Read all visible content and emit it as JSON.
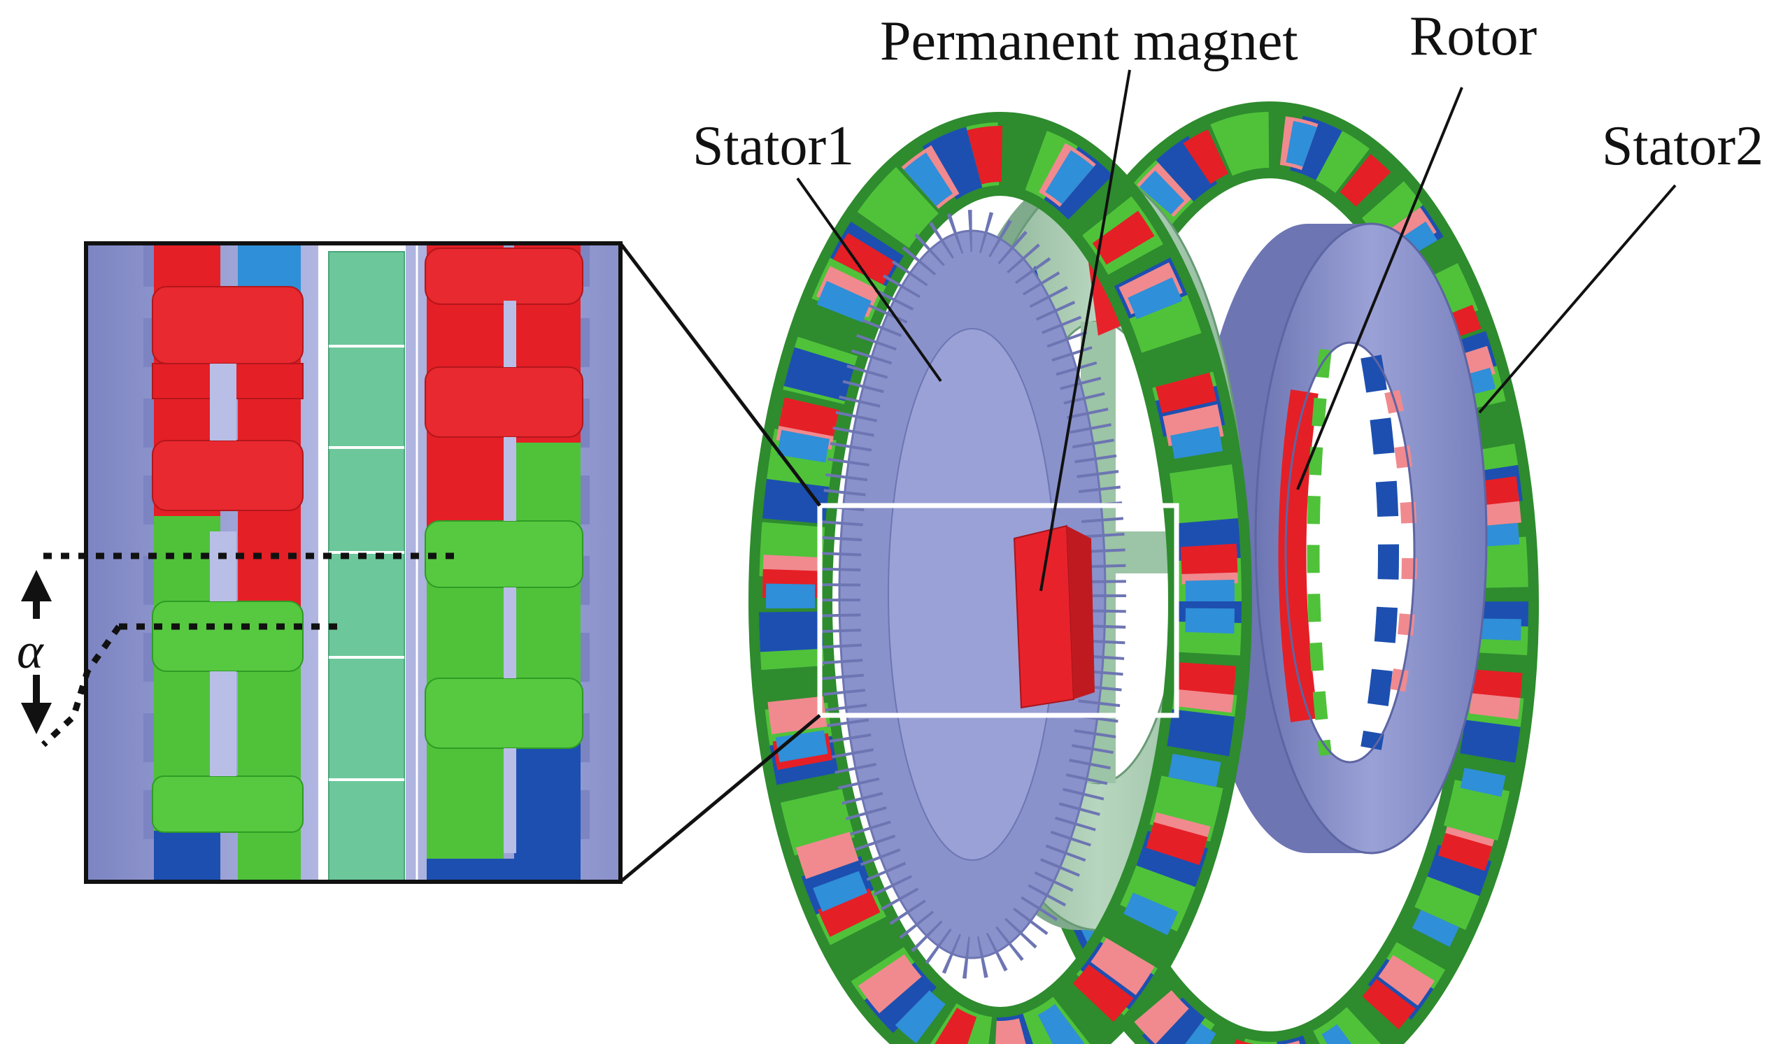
{
  "labels": {
    "permanent_magnet": "Permanent magnet",
    "rotor": "Rotor",
    "stator1": "Stator1",
    "stator2": "Stator2",
    "alpha": "α"
  },
  "colors": {
    "background": "#ffffff",
    "stator_ring": "#8a92cc",
    "stator_ring_light": "#b3b9e4",
    "stator_ring_dark": "#6d75b3",
    "rotor_disc": "#9cc4a6",
    "rotor_disc_dark": "#7faa8b",
    "magnet_red": "#e8222b",
    "magnet_blue": "#1f4fb3",
    "coil_red": "#e51f26",
    "coil_green": "#4fc23a",
    "coil_blue": "#1d4fb0",
    "coil_light_blue": "#2f8fd8",
    "coil_pink": "#f08a8f",
    "coil_dark_green": "#2e8b2e",
    "rotor_strip": "#6cc79a",
    "inset_frame": "#111111",
    "highlight_box": "#ffffff"
  }
}
